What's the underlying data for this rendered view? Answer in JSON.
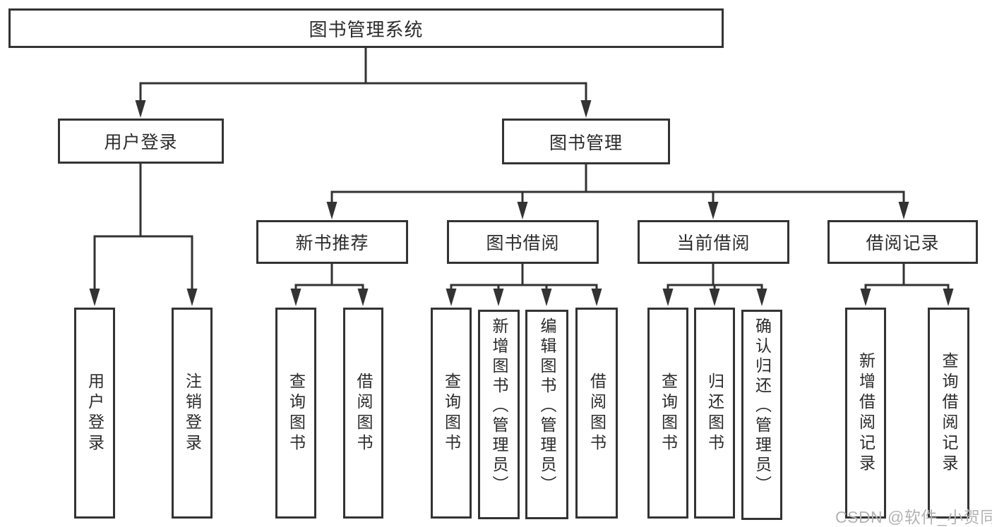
{
  "diagram": {
    "line_color": "#333333",
    "text_color": "#2b2b2b",
    "tree": {
      "label": "图书管理系统",
      "children": [
        {
          "label": "用户登录",
          "children": [
            {
              "label": "用户登录"
            },
            {
              "label": "注销登录"
            }
          ]
        },
        {
          "label": "图书管理",
          "children": [
            {
              "label": "新书推荐",
              "children": [
                {
                  "label": "查询图书"
                },
                {
                  "label": "借阅图书"
                }
              ]
            },
            {
              "label": "图书借阅",
              "children": [
                {
                  "label": "查询图书"
                },
                {
                  "label": "新增图书（管理员）"
                },
                {
                  "label": "编辑图书（管理员）"
                },
                {
                  "label": "借阅图书"
                }
              ]
            },
            {
              "label": "当前借阅",
              "children": [
                {
                  "label": "查询图书"
                },
                {
                  "label": "归还图书"
                },
                {
                  "label": "确认归还（管理员）"
                }
              ]
            },
            {
              "label": "借阅记录",
              "children": [
                {
                  "label": "新增借阅记录"
                },
                {
                  "label": "查询借阅记录"
                }
              ]
            }
          ]
        }
      ]
    }
  },
  "watermark": {
    "text": "CSDN @软件_小贺同学",
    "color": "#b3b3b3"
  }
}
